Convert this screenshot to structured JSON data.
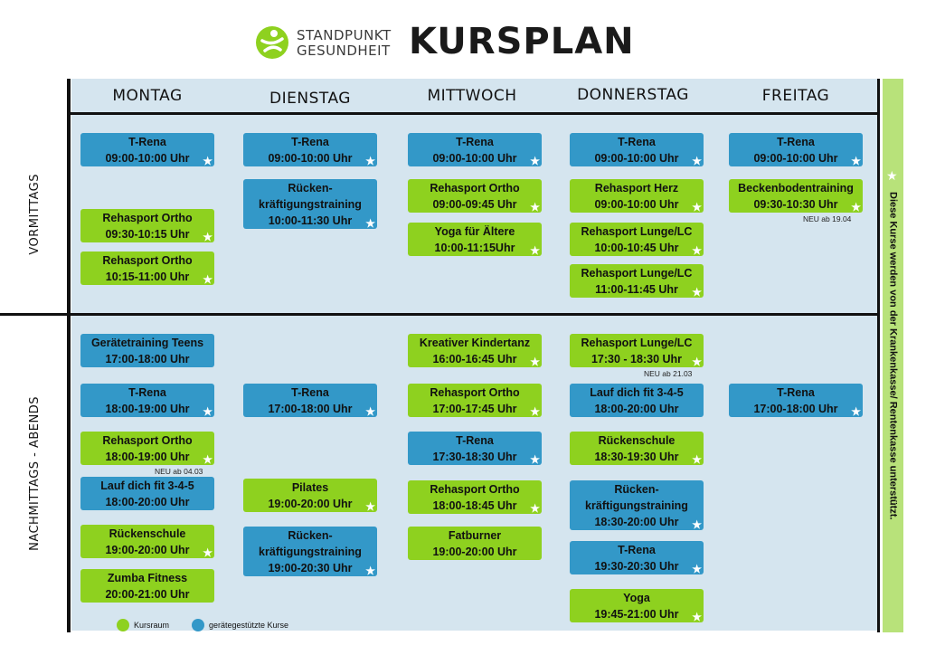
{
  "header": {
    "brand_line1": "STANDPUNKT",
    "brand_line2": "GESUNDHEIT",
    "title": "KURSPLAN"
  },
  "colors": {
    "blue": "#3398c8",
    "green": "#8ed11f",
    "sidebar": "#b8e27a",
    "grid": "#d5e5ef"
  },
  "days": [
    "MONTAG",
    "DIENSTAG",
    "MITTWOCH",
    "DONNERSTAG",
    "FREITAG"
  ],
  "row_labels": {
    "morning": "VORMITTAGS",
    "afternoon": "NACHMITTAGS - ABENDS"
  },
  "sidebar_note": "Diese Kurse werden von der Krankenkasse/ Rentenkasse unterstützt.",
  "legend": [
    {
      "label": "Kursraum",
      "color": "green"
    },
    {
      "label": "gerätegestützte Kurse",
      "color": "blue"
    }
  ],
  "star_glyph": "★",
  "courses": [
    {
      "day": 0,
      "color": "blue",
      "lines": [
        "T-Rena",
        "09:00-10:00 Uhr"
      ],
      "star": true
    },
    {
      "day": 0,
      "color": "green",
      "lines": [
        "Rehasport Ortho",
        "09:30-10:15 Uhr"
      ],
      "star": true
    },
    {
      "day": 0,
      "color": "green",
      "lines": [
        "Rehasport Ortho",
        "10:15-11:00 Uhr"
      ],
      "star": true
    },
    {
      "day": 0,
      "color": "blue",
      "lines": [
        "Gerätetraining Teens",
        "17:00-18:00 Uhr"
      ],
      "star": false
    },
    {
      "day": 0,
      "color": "blue",
      "lines": [
        "T-Rena",
        "18:00-19:00 Uhr"
      ],
      "star": true
    },
    {
      "day": 0,
      "color": "green",
      "lines": [
        "Rehasport Ortho",
        "18:00-19:00 Uhr"
      ],
      "star": true,
      "note": "NEU ab 04.03"
    },
    {
      "day": 0,
      "color": "blue",
      "lines": [
        "Lauf dich fit 3-4-5",
        "18:00-20:00 Uhr"
      ],
      "star": false
    },
    {
      "day": 0,
      "color": "green",
      "lines": [
        "Rückenschule",
        "19:00-20:00 Uhr"
      ],
      "star": true
    },
    {
      "day": 0,
      "color": "green",
      "lines": [
        "Zumba Fitness",
        "20:00-21:00 Uhr"
      ],
      "star": false
    },
    {
      "day": 1,
      "color": "blue",
      "lines": [
        "T-Rena",
        "09:00-10:00 Uhr"
      ],
      "star": true
    },
    {
      "day": 1,
      "color": "blue",
      "lines": [
        "Rücken-",
        "kräftigungstraining",
        "10:00-11:30 Uhr"
      ],
      "star": true
    },
    {
      "day": 1,
      "color": "blue",
      "lines": [
        "T-Rena",
        "17:00-18:00 Uhr"
      ],
      "star": true
    },
    {
      "day": 1,
      "color": "green",
      "lines": [
        "Pilates",
        "19:00-20:00 Uhr"
      ],
      "star": true
    },
    {
      "day": 1,
      "color": "blue",
      "lines": [
        "Rücken-",
        "kräftigungstraining",
        "19:00-20:30 Uhr"
      ],
      "star": true
    },
    {
      "day": 2,
      "color": "blue",
      "lines": [
        "T-Rena",
        "09:00-10:00 Uhr"
      ],
      "star": true
    },
    {
      "day": 2,
      "color": "green",
      "lines": [
        "Rehasport Ortho",
        "09:00-09:45 Uhr"
      ],
      "star": true
    },
    {
      "day": 2,
      "color": "green",
      "lines": [
        "Yoga für Ältere",
        "10:00-11:15Uhr"
      ],
      "star": true
    },
    {
      "day": 2,
      "color": "green",
      "lines": [
        "Kreativer Kindertanz",
        "16:00-16:45 Uhr"
      ],
      "star": true
    },
    {
      "day": 2,
      "color": "green",
      "lines": [
        "Rehasport Ortho",
        "17:00-17:45 Uhr"
      ],
      "star": true
    },
    {
      "day": 2,
      "color": "blue",
      "lines": [
        "T-Rena",
        "17:30-18:30 Uhr"
      ],
      "star": true
    },
    {
      "day": 2,
      "color": "green",
      "lines": [
        "Rehasport Ortho",
        "18:00-18:45 Uhr"
      ],
      "star": true
    },
    {
      "day": 2,
      "color": "green",
      "lines": [
        "Fatburner",
        "19:00-20:00 Uhr"
      ],
      "star": false
    },
    {
      "day": 3,
      "color": "blue",
      "lines": [
        "T-Rena",
        "09:00-10:00 Uhr"
      ],
      "star": true
    },
    {
      "day": 3,
      "color": "green",
      "lines": [
        "Rehasport Herz",
        "09:00-10:00 Uhr"
      ],
      "star": true
    },
    {
      "day": 3,
      "color": "green",
      "lines": [
        "Rehasport Lunge/LC",
        "10:00-10:45 Uhr"
      ],
      "star": true
    },
    {
      "day": 3,
      "color": "green",
      "lines": [
        "Rehasport Lunge/LC",
        "11:00-11:45 Uhr"
      ],
      "star": true
    },
    {
      "day": 3,
      "color": "green",
      "lines": [
        "Rehasport Lunge/LC",
        "17:30 - 18:30 Uhr"
      ],
      "star": true,
      "note": "NEU ab 21.03"
    },
    {
      "day": 3,
      "color": "blue",
      "lines": [
        "Lauf dich fit 3-4-5",
        "18:00-20:00 Uhr"
      ],
      "star": false
    },
    {
      "day": 3,
      "color": "green",
      "lines": [
        "Rückenschule",
        "18:30-19:30 Uhr"
      ],
      "star": true
    },
    {
      "day": 3,
      "color": "blue",
      "lines": [
        "Rücken-",
        "kräftigungstraining",
        "18:30-20:00 Uhr"
      ],
      "star": true
    },
    {
      "day": 3,
      "color": "blue",
      "lines": [
        "T-Rena",
        "19:30-20:30 Uhr"
      ],
      "star": true
    },
    {
      "day": 3,
      "color": "green",
      "lines": [
        "Yoga",
        "19:45-21:00 Uhr"
      ],
      "star": true
    },
    {
      "day": 4,
      "color": "blue",
      "lines": [
        "T-Rena",
        "09:00-10:00 Uhr"
      ],
      "star": true
    },
    {
      "day": 4,
      "color": "green",
      "lines": [
        "Beckenbodentraining",
        "09:30-10:30 Uhr"
      ],
      "star": true,
      "note": "NEU ab 19.04"
    },
    {
      "day": 4,
      "color": "blue",
      "lines": [
        "T-Rena",
        "17:00-18:00 Uhr"
      ],
      "star": true
    }
  ]
}
